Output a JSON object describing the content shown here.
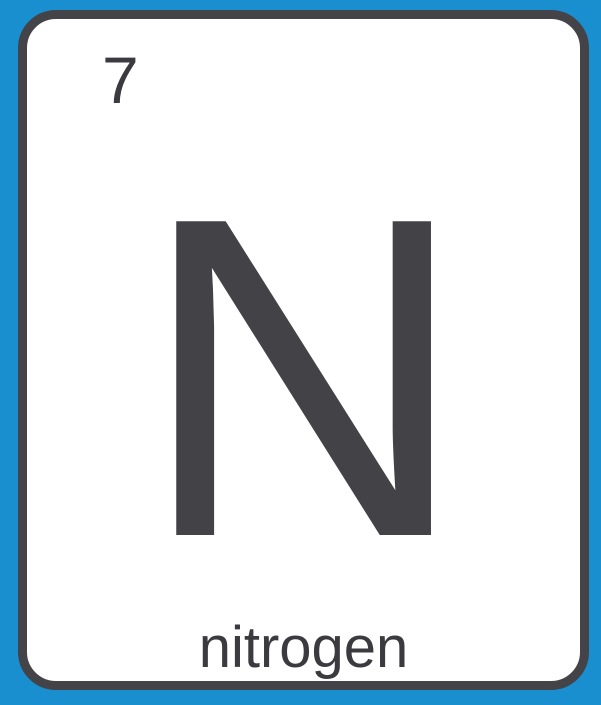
{
  "element_card": {
    "atomic_number": "7",
    "symbol": "N",
    "name": "nitrogen"
  },
  "colors": {
    "background": "#1a8fd0",
    "card_fill": "#ffffff",
    "card_border": "#444348",
    "text": "#434247"
  }
}
